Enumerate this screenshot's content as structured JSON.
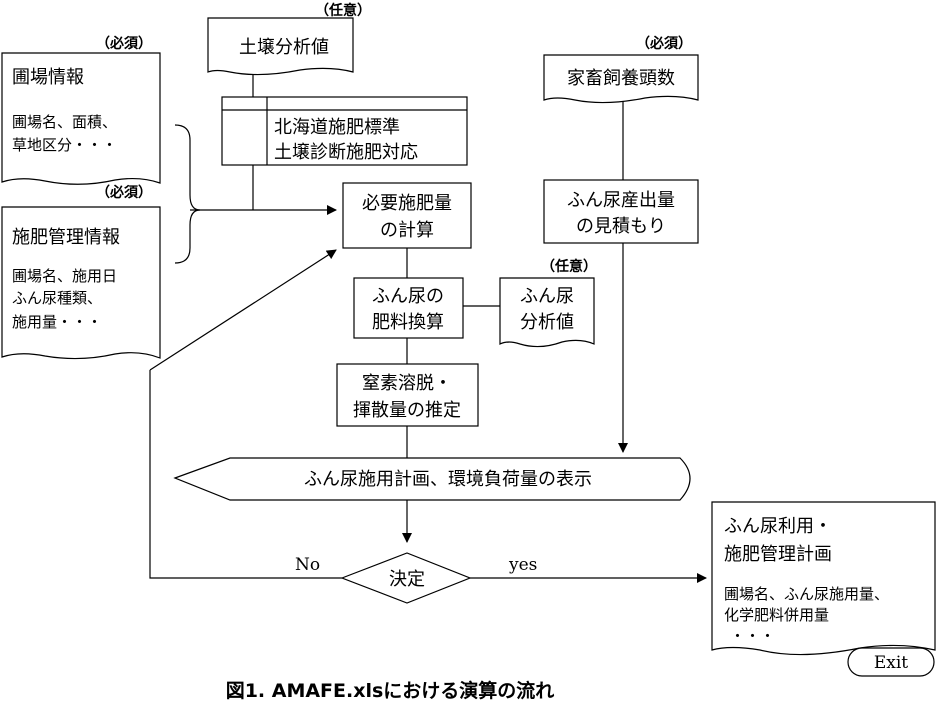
{
  "labels": {
    "optional": "（任意）",
    "required": "（必須）",
    "optional_fullwidth": "（任意）"
  },
  "nodes": {
    "soil_analysis": "土壌分析値",
    "field_info_title": "圃場情報",
    "field_info_line1": "圃場名、面積、",
    "field_info_line2": "草地区分・・・",
    "fert_mgmt_title": "施肥管理情報",
    "fert_mgmt_line1": "圃場名、施用日",
    "fert_mgmt_line2": "ふん尿種類、",
    "fert_mgmt_line3": "施用量・・・",
    "hokkaido_std_line1": "北海道施肥標準",
    "hokkaido_std_line2": "土壌診断施肥対応",
    "livestock_count": "家畜飼養頭数",
    "required_fert_line1": "必要施肥量",
    "required_fert_line2": "の計算",
    "manure_estimate_line1": "ふん尿産出量",
    "manure_estimate_line2": "の見積もり",
    "manure_convert_line1": "ふん尿の",
    "manure_convert_line2": "肥料換算",
    "manure_analysis_line1": "ふん尿",
    "manure_analysis_line2": "分析値",
    "nitrogen_line1": "窒素溶脱・",
    "nitrogen_line2": "揮散量の推定",
    "display_plan": "ふん尿施用計画、環境負荷量の表示",
    "decision": "決定",
    "no_label": "No",
    "yes_label": "yes",
    "output_title_line1": "ふん尿利用・",
    "output_title_line2": "施肥管理計画",
    "output_line1": "圃場名、ふん尿施用量、",
    "output_line2": "化学肥料併用量",
    "output_line3": "・・・",
    "exit": "Exit"
  },
  "caption": "図1. AMAFE.xlsにおける演算の流れ"
}
